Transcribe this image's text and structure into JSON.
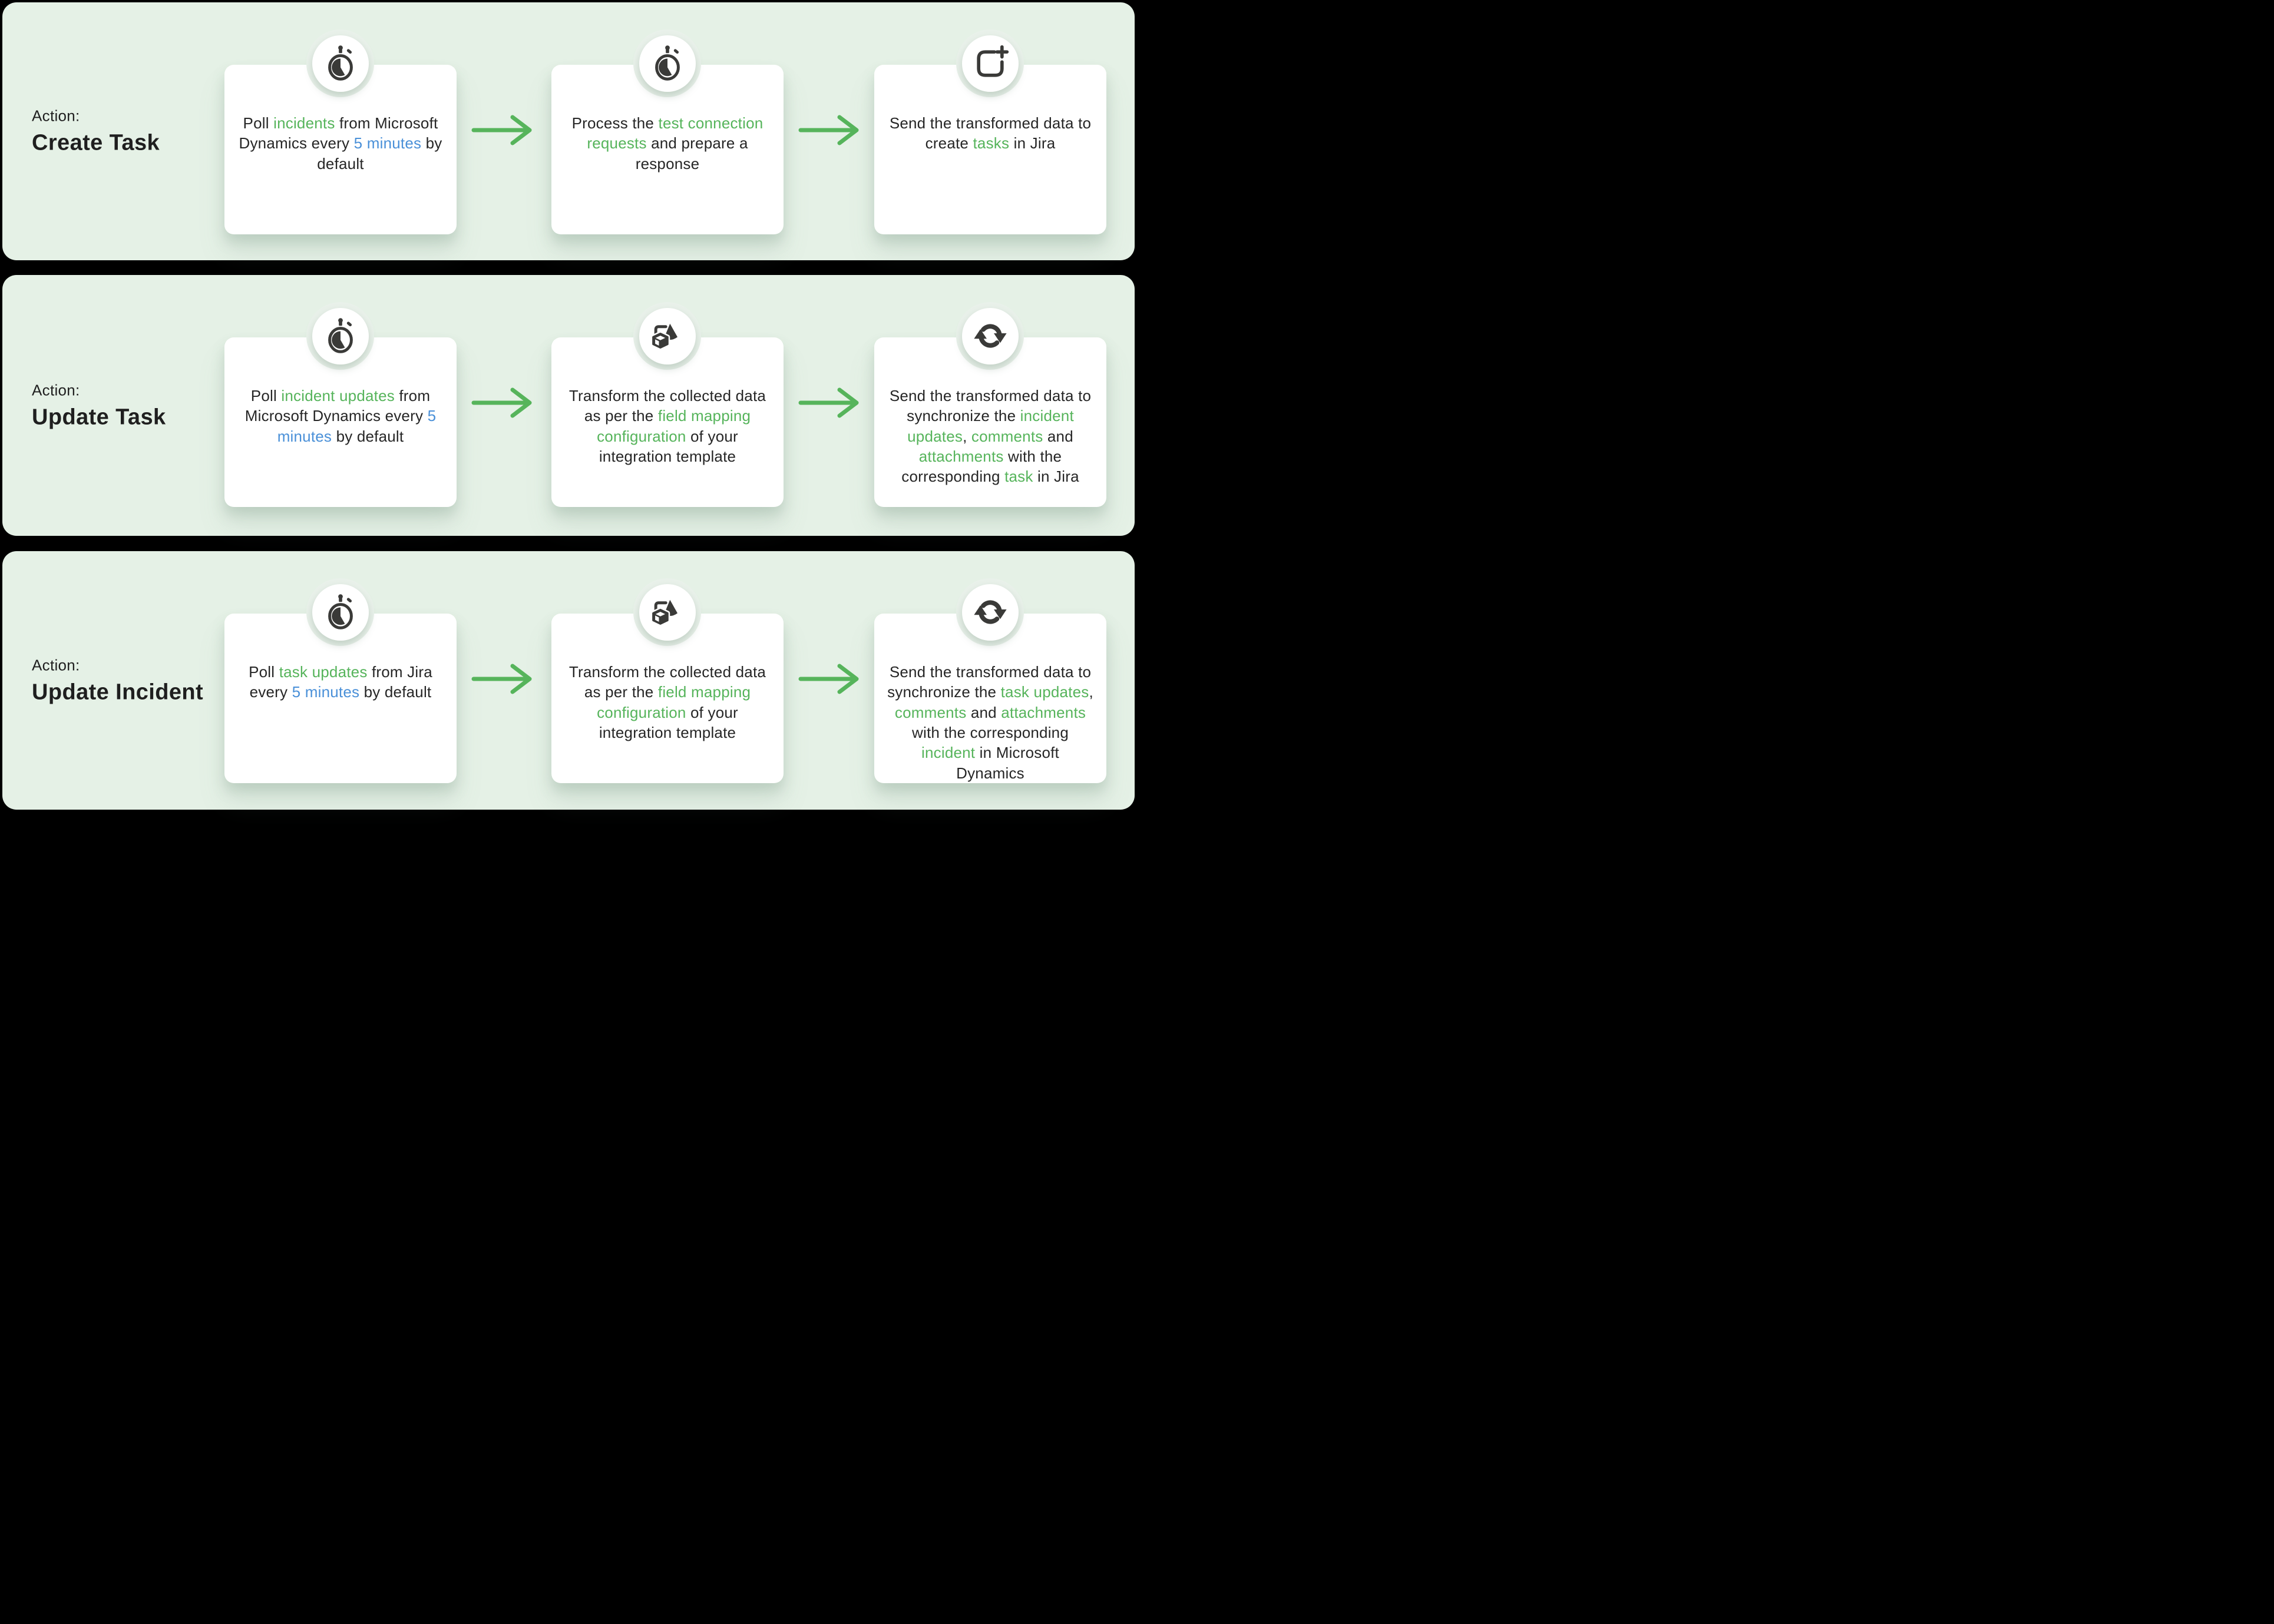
{
  "page": {
    "background": "#000000",
    "band_background": "#e5f1e6",
    "card_background": "#ffffff"
  },
  "colors": {
    "green": "#56b45b",
    "blue": "#4a90d8",
    "dark_text": "#262626",
    "icon": "#3a3a38"
  },
  "rows": [
    {
      "action_label": "Action:",
      "action_title": "Create Task",
      "cards": [
        {
          "icon": "stopwatch-icon",
          "text": [
            {
              "t": "Poll ",
              "c": "d"
            },
            {
              "t": "incidents",
              "c": "g"
            },
            {
              "t": " from Microsoft Dynamics every ",
              "c": "d"
            },
            {
              "t": "5 minutes",
              "c": "b"
            },
            {
              "t": " by default",
              "c": "d"
            }
          ]
        },
        {
          "icon": "stopwatch-icon",
          "text": [
            {
              "t": "Process the ",
              "c": "d"
            },
            {
              "t": "test connection requests",
              "c": "g"
            },
            {
              "t": " and prepare a response",
              "c": "d"
            }
          ]
        },
        {
          "icon": "copy-plus-icon",
          "text": [
            {
              "t": "Send the transformed data to create ",
              "c": "d"
            },
            {
              "t": "tasks",
              "c": "g"
            },
            {
              "t": " in Jira",
              "c": "d"
            }
          ]
        }
      ]
    },
    {
      "action_label": "Action:",
      "action_title": "Update Task",
      "cards": [
        {
          "icon": "stopwatch-icon",
          "text": [
            {
              "t": "Poll ",
              "c": "d"
            },
            {
              "t": "incident updates",
              "c": "g"
            },
            {
              "t": " from Microsoft Dynamics every ",
              "c": "d"
            },
            {
              "t": "5 minutes",
              "c": "b"
            },
            {
              "t": " by default",
              "c": "d"
            }
          ]
        },
        {
          "icon": "transform-icon",
          "text": [
            {
              "t": "Transform the collected data as per the ",
              "c": "d"
            },
            {
              "t": "field mapping configuration",
              "c": "g"
            },
            {
              "t": " of your integration template",
              "c": "d"
            }
          ]
        },
        {
          "icon": "sync-icon",
          "text": [
            {
              "t": "Send the transformed data to synchronize the ",
              "c": "d"
            },
            {
              "t": "incident updates",
              "c": "g"
            },
            {
              "t": ", ",
              "c": "d"
            },
            {
              "t": "comments",
              "c": "g"
            },
            {
              "t": " and ",
              "c": "d"
            },
            {
              "t": "attachments",
              "c": "g"
            },
            {
              "t": " with the corresponding ",
              "c": "d"
            },
            {
              "t": "task",
              "c": "g"
            },
            {
              "t": " in Jira",
              "c": "d"
            }
          ]
        }
      ]
    },
    {
      "action_label": "Action:",
      "action_title": "Update Incident",
      "cards": [
        {
          "icon": "stopwatch-icon",
          "text": [
            {
              "t": "Poll ",
              "c": "d"
            },
            {
              "t": "task updates",
              "c": "g"
            },
            {
              "t": " from Jira every ",
              "c": "d"
            },
            {
              "t": "5 minutes",
              "c": "b"
            },
            {
              "t": " by default",
              "c": "d"
            }
          ]
        },
        {
          "icon": "transform-icon",
          "text": [
            {
              "t": "Transform the collected data as per the ",
              "c": "d"
            },
            {
              "t": "field mapping configuration",
              "c": "g"
            },
            {
              "t": " of your integration template",
              "c": "d"
            }
          ]
        },
        {
          "icon": "sync-icon",
          "text": [
            {
              "t": "Send the transformed data to synchronize the ",
              "c": "d"
            },
            {
              "t": "task updates",
              "c": "g"
            },
            {
              "t": ", ",
              "c": "d"
            },
            {
              "t": "comments",
              "c": "g"
            },
            {
              "t": " and ",
              "c": "d"
            },
            {
              "t": "attachments",
              "c": "g"
            },
            {
              "t": " with the corresponding ",
              "c": "d"
            },
            {
              "t": "incident",
              "c": "g"
            },
            {
              "t": " in Microsoft Dynamics",
              "c": "d"
            }
          ]
        }
      ]
    }
  ]
}
